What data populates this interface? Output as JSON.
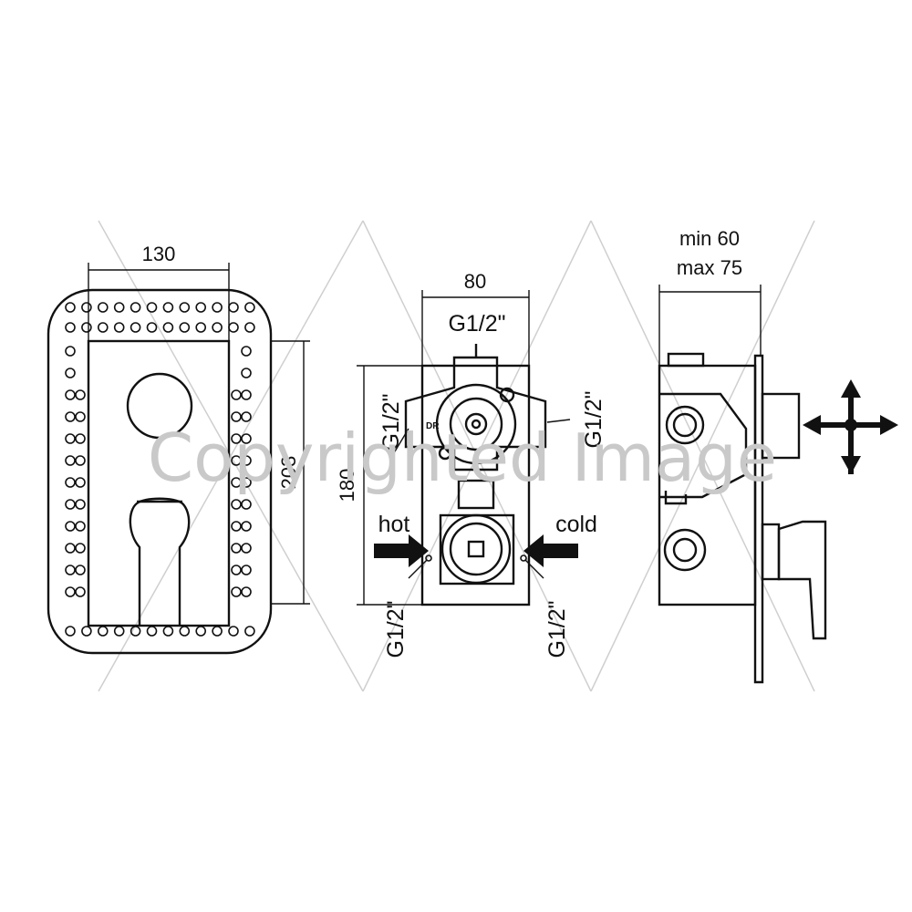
{
  "front_view": {
    "width_label": "130",
    "height_label": "203"
  },
  "box_view": {
    "width_label": "80",
    "height_label": "180",
    "top_thread": "G1/2\"",
    "left_thread": "G1/2\"",
    "right_thread": "G1/2\"",
    "hot_label": "hot",
    "cold_label": "cold",
    "bottom_left_thread": "G1/2\"",
    "bottom_right_thread": "G1/2\"",
    "brand_mark": "DR"
  },
  "side_view": {
    "min_label": "min 60",
    "max_label": "max 75"
  },
  "watermark": {
    "text": "Copyrighted Image"
  },
  "colors": {
    "line": "#111111",
    "watermark": "#c9c9c9",
    "background": "#ffffff"
  }
}
